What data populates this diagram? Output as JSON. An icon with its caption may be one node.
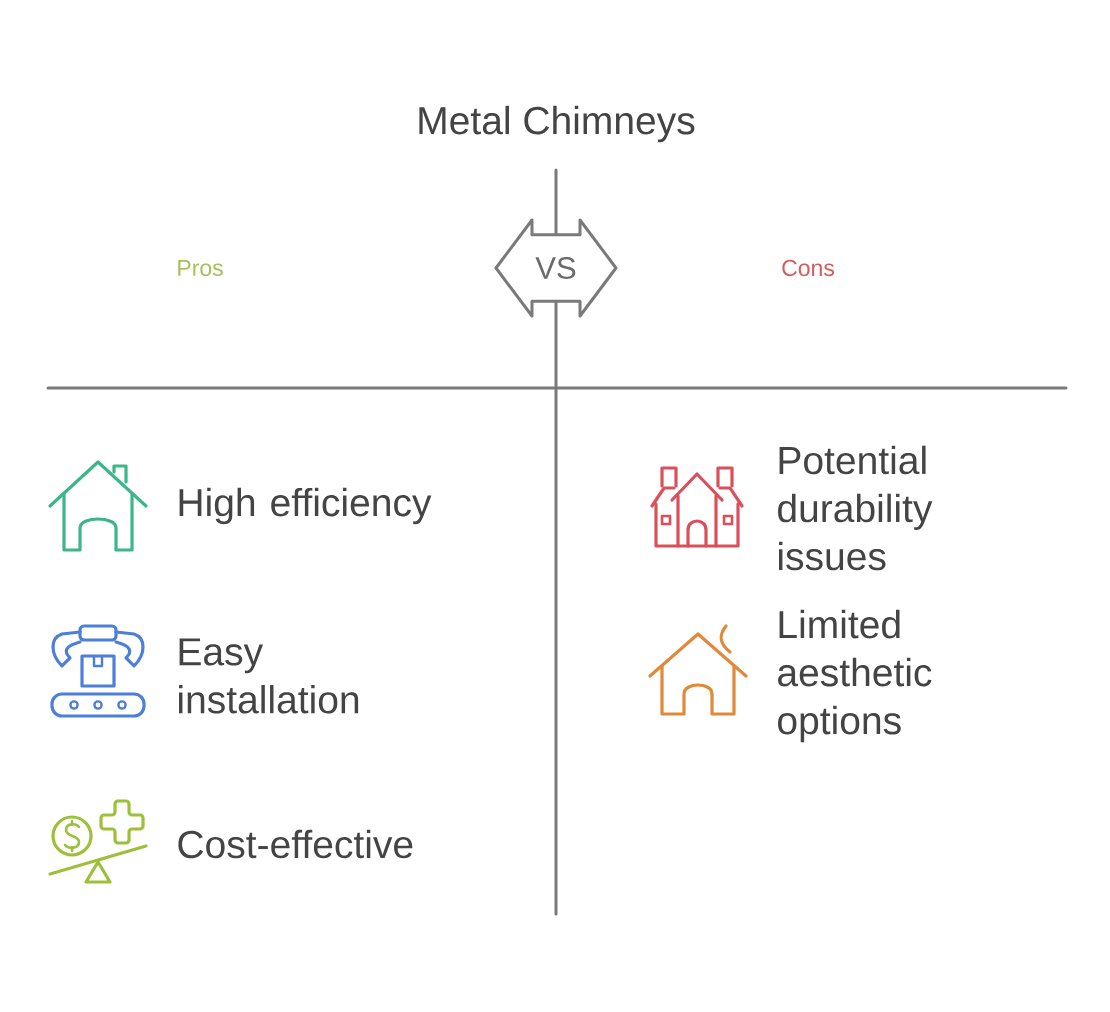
{
  "diagram": {
    "title": "Metal Chimneys",
    "nodes": [
      {
        "text": [
          "VS"
        ]
      }
    ],
    "labels": [
      "Pros",
      "Cons",
      "High efficiency",
      "Potential durability issues",
      "Easy installation",
      "Limited aesthetic options",
      "Cost-effective"
    ]
  }
}
